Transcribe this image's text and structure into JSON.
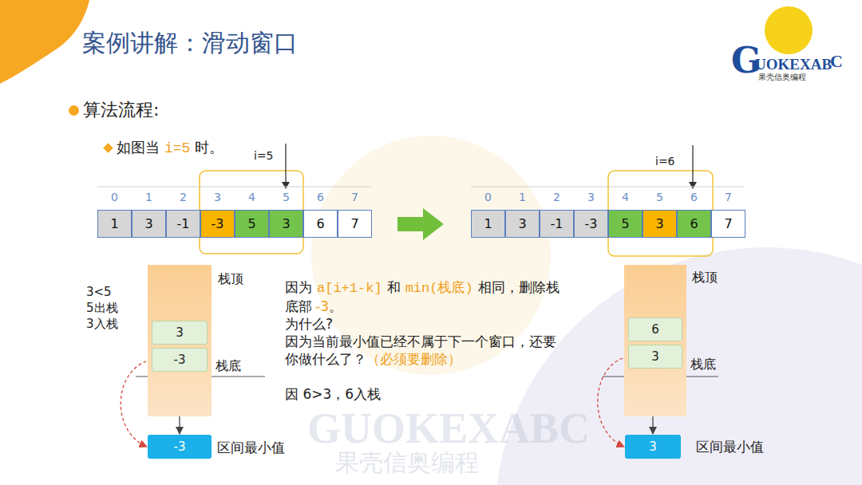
{
  "diagram": {
    "title": "案例讲解：滑动窗口",
    "nodes": [
      {
        "text": [
          "1"
        ]
      },
      {
        "text": [
          "3"
        ]
      },
      {
        "text": [
          "-1"
        ]
      },
      {
        "text": [
          "-3"
        ]
      },
      {
        "text": [
          "5"
        ]
      },
      {
        "text": [
          "3"
        ]
      },
      {
        "text": [
          "6"
        ]
      },
      {
        "text": [
          "7"
        ]
      },
      {
        "text": [
          "1"
        ]
      },
      {
        "text": [
          "3"
        ]
      },
      {
        "text": [
          "-1"
        ]
      },
      {
        "text": [
          "-3"
        ]
      },
      {
        "text": [
          "5"
        ]
      },
      {
        "text": [
          "3"
        ]
      },
      {
        "text": [
          "6"
        ]
      },
      {
        "text": [
          "7"
        ]
      },
      {
        "text": [
          "栈顶",
          "栈底"
        ]
      },
      {
        "text": [
          "3"
        ],
        "in": 16
      },
      {
        "text": [
          "-3"
        ],
        "in": 16
      },
      {
        "text": [
          "-3"
        ]
      },
      {
        "text": [
          "栈顶",
          "栈底"
        ]
      },
      {
        "text": [
          "6"
        ],
        "in": 20
      },
      {
        "text": [
          "3"
        ],
        "in": 20
      },
      {
        "text": [
          "3"
        ]
      }
    ],
    "edges": [
      {
        "from": 16,
        "to": 19,
        "arrow": "to"
      },
      {
        "from": 18,
        "to": 19,
        "arrow": "to"
      },
      {
        "from": 20,
        "to": 23,
        "arrow": "to"
      },
      {
        "from": 22,
        "to": 23,
        "arrow": "to"
      }
    ],
    "labels": [
      "算法流程:",
      "如图当",
      "i=5",
      "时。",
      "i=5",
      "0",
      "1",
      "2",
      "3",
      "4",
      "5",
      "6",
      "7",
      "i=6",
      "0",
      "1",
      "2",
      "3",
      "4",
      "5",
      "6",
      "7",
      "3<5",
      "5出栈",
      "3入栈",
      "因为",
      "a[i+1-k]",
      "和",
      "min(栈底)",
      "相同，删除栈底部",
      "-3",
      "。",
      "为什么?",
      "因为当前最小值已经不属于下一个窗口，还要你做什么了？",
      "（必须要删除）",
      "因 6>3，6入栈",
      "区间最小值",
      "区间最小值",
      "G",
      "UOKEXAB",
      "C",
      "果壳信奥编程",
      "GUOKEXABC",
      "果壳信奥编程"
    ]
  }
}
